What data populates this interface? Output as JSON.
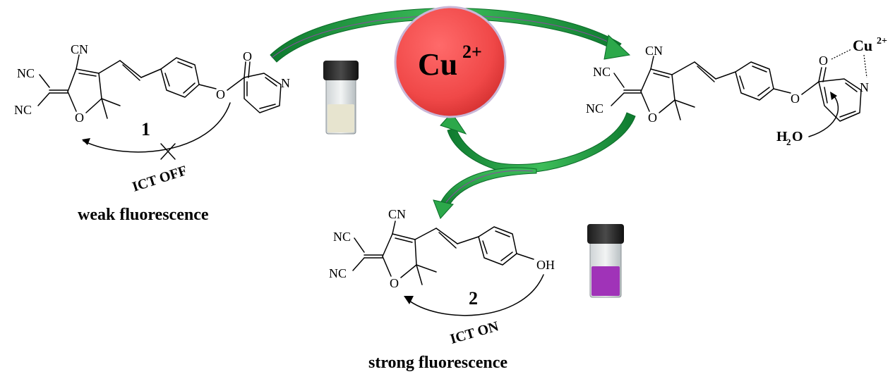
{
  "labels": {
    "cu_ion": "Cu",
    "cu_charge": "2+",
    "compound1_number": "1",
    "compound2_number": "2",
    "ict_off": "ICT OFF",
    "ict_on": "ICT ON",
    "weak_fluorescence": "weak fluorescence",
    "strong_fluorescence": "strong fluorescence",
    "water": "H",
    "water_sub": "2",
    "water_o": "O",
    "cn": "CN",
    "nc": "NC",
    "o_atom": "O",
    "n_atom": "N",
    "oh": "OH"
  },
  "colors": {
    "cu_circle": "#f04848",
    "arrow_green": "#2ca84a",
    "arrow_green_dark": "#0b6b28",
    "arrow_purple": "#8a4aa0",
    "vial_yellow": "#e7e4cf",
    "vial_purple": "#a033b8"
  }
}
